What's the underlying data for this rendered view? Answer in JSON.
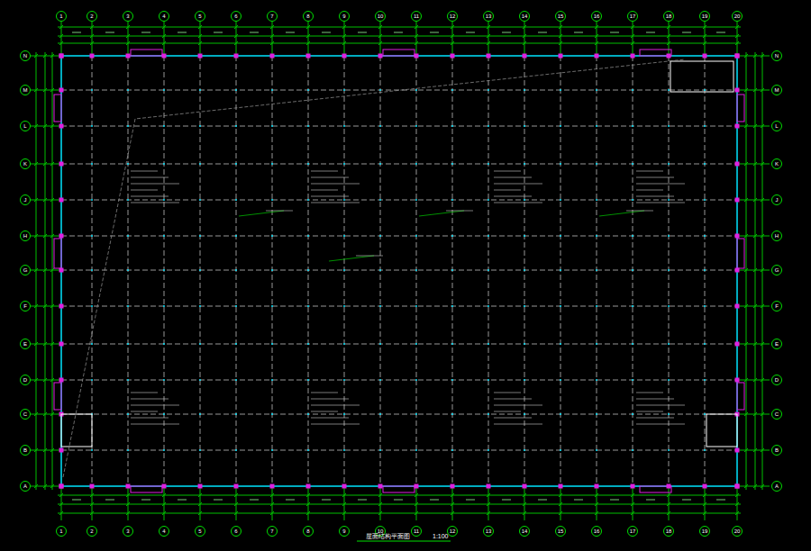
{
  "diagram": {
    "caption": "屋面结构平面图",
    "nodes": [
      {
        "text": [
          "1"
        ]
      },
      {
        "text": [
          "2"
        ]
      },
      {
        "text": [
          "3"
        ]
      },
      {
        "text": [
          "4"
        ]
      },
      {
        "text": [
          "5"
        ]
      },
      {
        "text": [
          "6"
        ]
      },
      {
        "text": [
          "7"
        ]
      },
      {
        "text": [
          "8"
        ]
      },
      {
        "text": [
          "9"
        ]
      },
      {
        "text": [
          "10"
        ]
      },
      {
        "text": [
          "11"
        ]
      },
      {
        "text": [
          "12"
        ]
      },
      {
        "text": [
          "13"
        ]
      },
      {
        "text": [
          "14"
        ]
      },
      {
        "text": [
          "15"
        ]
      },
      {
        "text": [
          "16"
        ]
      },
      {
        "text": [
          "17"
        ]
      },
      {
        "text": [
          "18"
        ]
      },
      {
        "text": [
          "19"
        ]
      },
      {
        "text": [
          "20"
        ]
      },
      {
        "text": [
          "N"
        ]
      },
      {
        "text": [
          "M"
        ]
      },
      {
        "text": [
          "L"
        ]
      },
      {
        "text": [
          "K"
        ]
      },
      {
        "text": [
          "J"
        ]
      },
      {
        "text": [
          "H"
        ]
      },
      {
        "text": [
          "G"
        ]
      },
      {
        "text": [
          "F"
        ]
      },
      {
        "text": [
          "E"
        ]
      },
      {
        "text": [
          "D"
        ]
      },
      {
        "text": [
          "C"
        ]
      },
      {
        "text": [
          "B"
        ]
      },
      {
        "text": [
          "A"
        ]
      },
      {
        "text": [
          "N"
        ]
      },
      {
        "text": [
          "M"
        ]
      },
      {
        "text": [
          "L"
        ]
      },
      {
        "text": [
          "K"
        ]
      },
      {
        "text": [
          "J"
        ]
      },
      {
        "text": [
          "H"
        ]
      },
      {
        "text": [
          "G"
        ]
      },
      {
        "text": [
          "F"
        ]
      },
      {
        "text": [
          "E"
        ]
      },
      {
        "text": [
          "D"
        ]
      },
      {
        "text": [
          "C"
        ]
      },
      {
        "text": [
          "B"
        ]
      },
      {
        "text": [
          "A"
        ]
      },
      {
        "text": [
          "1"
        ]
      },
      {
        "text": [
          "2"
        ]
      },
      {
        "text": [
          "3"
        ]
      },
      {
        "text": [
          "4"
        ]
      },
      {
        "text": [
          "5"
        ]
      },
      {
        "text": [
          "6"
        ]
      },
      {
        "text": [
          "7"
        ]
      },
      {
        "text": [
          "8"
        ]
      },
      {
        "text": [
          "9"
        ]
      },
      {
        "text": [
          "10"
        ]
      },
      {
        "text": [
          "11"
        ]
      },
      {
        "text": [
          "12"
        ]
      },
      {
        "text": [
          "13"
        ]
      },
      {
        "text": [
          "14"
        ]
      },
      {
        "text": [
          "15"
        ]
      },
      {
        "text": [
          "16"
        ]
      },
      {
        "text": [
          "17"
        ]
      },
      {
        "text": [
          "18"
        ]
      },
      {
        "text": [
          "19"
        ]
      },
      {
        "text": [
          "20"
        ]
      }
    ],
    "labels": [
      "1:100"
    ]
  }
}
